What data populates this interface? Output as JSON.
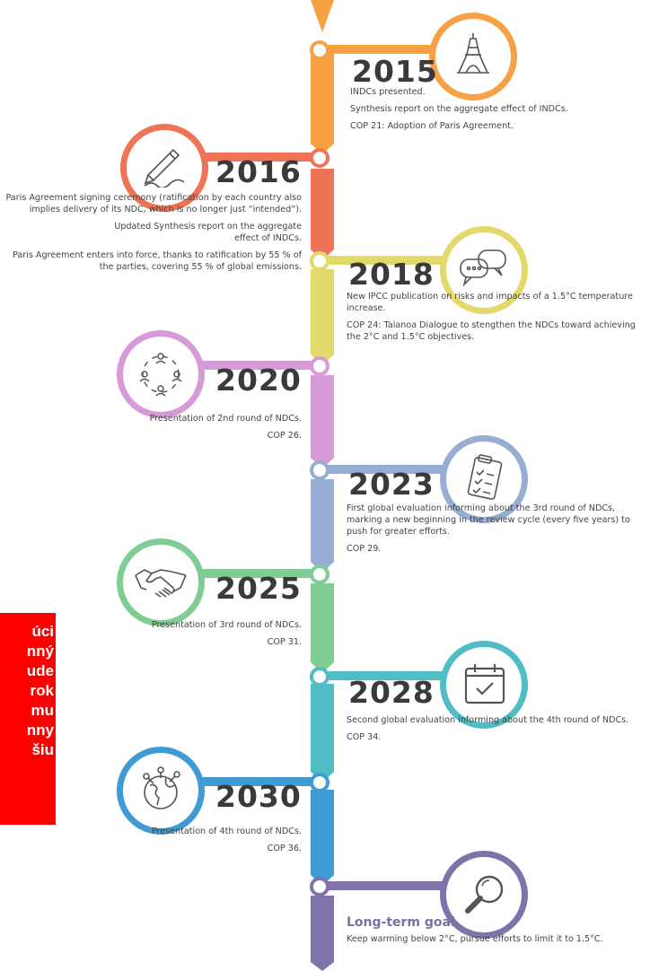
{
  "header": {
    "cut_title": ""
  },
  "entries": [
    {
      "year": "2015",
      "color": "#f7a044",
      "icon": "eiffel-tower-icon",
      "lines": [
        "INDCs presented.",
        "Synthesis report on the aggregate effect of INDCs.",
        "COP 21: Adoption of Paris Agreement."
      ]
    },
    {
      "year": "2016",
      "color": "#ef7356",
      "icon": "pen-signature-icon",
      "lines": [
        "Paris Agreement signing ceremony (ratification by each country also implies delivery of its NDC, which is no longer just “intended”).",
        "Updated Synthesis report on the aggregate effect of INDCs.",
        "Paris Agreement enters into force, thanks to ratification by 55 % of the parties, covering 55 % of global emissions."
      ]
    },
    {
      "year": "2018",
      "color": "#e3d96b",
      "icon": "speech-bubbles-icon",
      "lines": [
        "New IPCC publication on risks and impacts of a 1.5°C temperature increase.",
        "COP 24: Talanoa Dialogue to stengthen the NDCs toward achieving the 2°C and 1.5°C objectives."
      ]
    },
    {
      "year": "2020",
      "color": "#d79ad8",
      "icon": "people-circle-icon",
      "lines": [
        "Presentation of 2nd round of NDCs.",
        "COP 26."
      ]
    },
    {
      "year": "2023",
      "color": "#97add3",
      "icon": "clipboard-checklist-icon",
      "lines": [
        "First global evaluation informing about the 3rd round of NDCs, marking a new beginning in the review cycle (every five years) to push for greater efforts.",
        "COP 29."
      ]
    },
    {
      "year": "2025",
      "color": "#7fcd94",
      "icon": "handshake-icon",
      "lines": [
        "Presentation of 3rd round of NDCs.",
        "COP 31."
      ]
    },
    {
      "year": "2028",
      "color": "#50bcc6",
      "icon": "calendar-check-icon",
      "lines": [
        "Second global evaluation informing about the 4th round of NDCs.",
        "COP 34."
      ]
    },
    {
      "year": "2030",
      "color": "#3e9bd4",
      "icon": "globe-network-icon",
      "lines": [
        "Presentation of 4th round of NDCs.",
        "COP 36."
      ]
    }
  ],
  "goal": {
    "title": "Long-term goal",
    "color": "#8073a9",
    "icon": "magnifier-icon",
    "text": "Keep warming below 2°C, pursue efforts to limit it to 1.5°C."
  },
  "overlay": {
    "lines": [
      "úci",
      "nný",
      "ude",
      "rok",
      "mu",
      "nny",
      "šiu"
    ],
    "color": "#ff0000"
  }
}
